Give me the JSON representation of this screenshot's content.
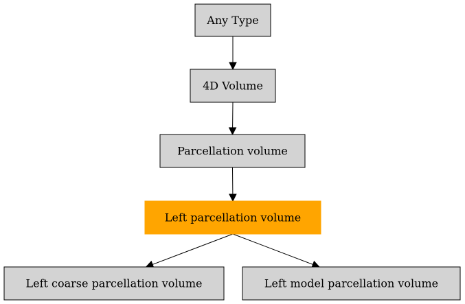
{
  "nodes": [
    {
      "id": "any-type",
      "label": "Any Type",
      "highlighted": false
    },
    {
      "id": "4d-volume",
      "label": "4D Volume",
      "highlighted": false
    },
    {
      "id": "parcellation-volume",
      "label": "Parcellation volume",
      "highlighted": false
    },
    {
      "id": "left-parcellation-volume",
      "label": "Left parcellation volume",
      "highlighted": true
    },
    {
      "id": "left-coarse-parcellation-volume",
      "label": "Left coarse parcellation volume",
      "highlighted": false
    },
    {
      "id": "left-model-parcellation-volume",
      "label": "Left model parcellation volume",
      "highlighted": false
    }
  ],
  "edges": [
    {
      "from": "any-type",
      "to": "4d-volume"
    },
    {
      "from": "4d-volume",
      "to": "parcellation-volume"
    },
    {
      "from": "parcellation-volume",
      "to": "left-parcellation-volume"
    },
    {
      "from": "left-parcellation-volume",
      "to": "left-coarse-parcellation-volume"
    },
    {
      "from": "left-parcellation-volume",
      "to": "left-model-parcellation-volume"
    }
  ],
  "colors": {
    "node_fill": "#d3d3d3",
    "highlight_fill": "#ffa500",
    "stroke": "#000000"
  }
}
